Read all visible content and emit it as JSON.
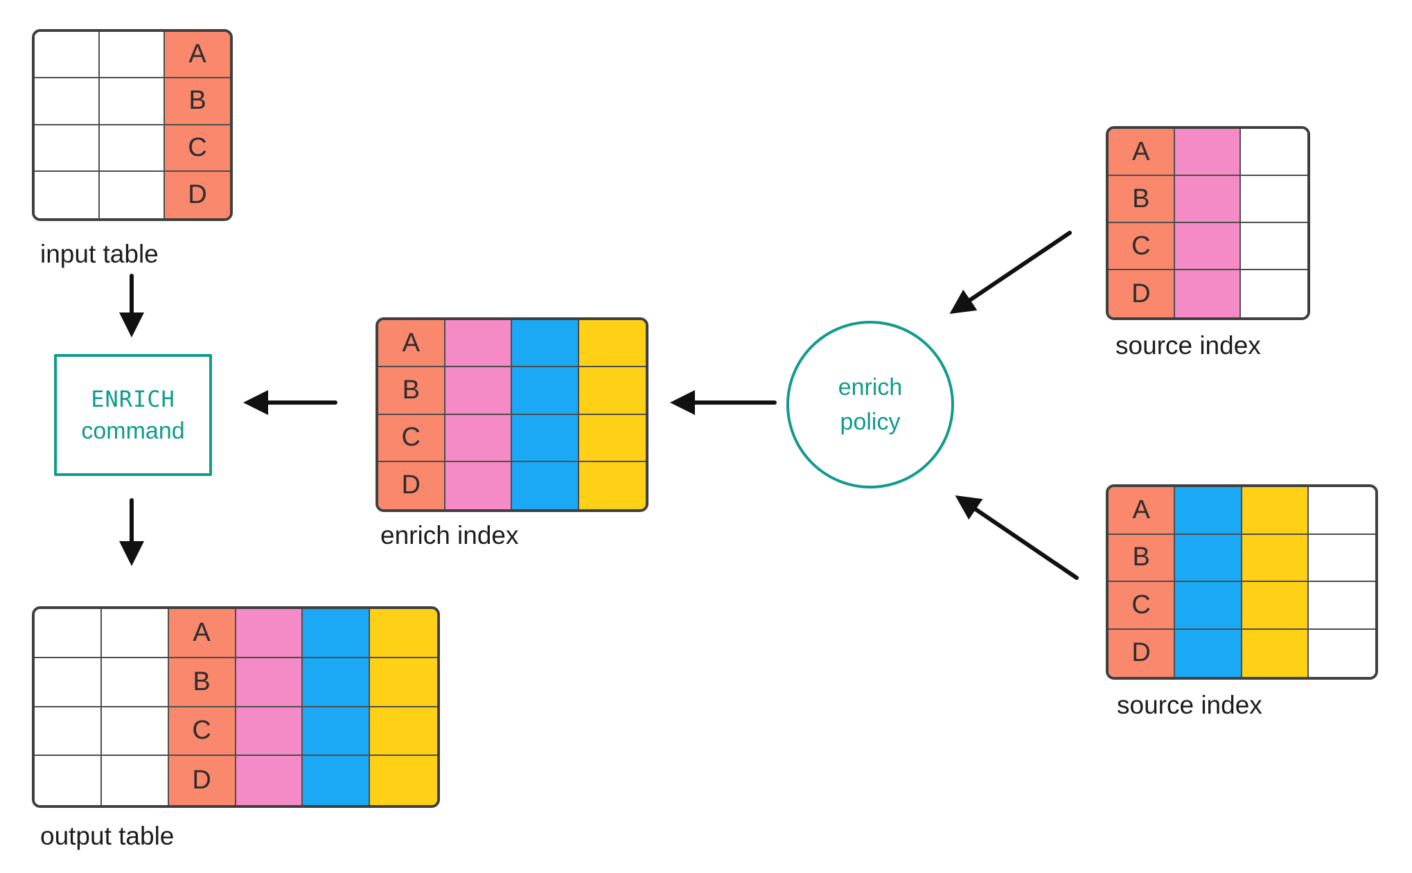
{
  "colors": {
    "salmon": "#F9886C",
    "pink": "#F48BC6",
    "blue": "#1BA9F5",
    "yellow": "#FED116",
    "white": "#FFFFFF",
    "teal": "#0F9B8E",
    "arrow": "#111111",
    "table_border": "#3F3F3F",
    "grid_line": "#4D4D4D",
    "text": "#1C1C1C"
  },
  "row_labels": [
    "A",
    "B",
    "C",
    "D"
  ],
  "tables": {
    "input": {
      "label": "input table",
      "columns": [
        "white",
        "white",
        "salmon"
      ]
    },
    "enrich_index": {
      "label": "enrich index",
      "columns": [
        "salmon",
        "pink",
        "blue",
        "yellow"
      ]
    },
    "source_top": {
      "label": "source index",
      "columns": [
        "salmon",
        "pink",
        "white"
      ]
    },
    "source_bottom": {
      "label": "source index",
      "columns": [
        "salmon",
        "blue",
        "yellow",
        "white"
      ]
    },
    "output": {
      "label": "output table",
      "columns": [
        "white",
        "white",
        "salmon",
        "pink",
        "blue",
        "yellow"
      ]
    }
  },
  "enrich_command": {
    "line1": "ENRICH",
    "line2": "command"
  },
  "enrich_policy": {
    "line1": "enrich",
    "line2": "policy"
  }
}
